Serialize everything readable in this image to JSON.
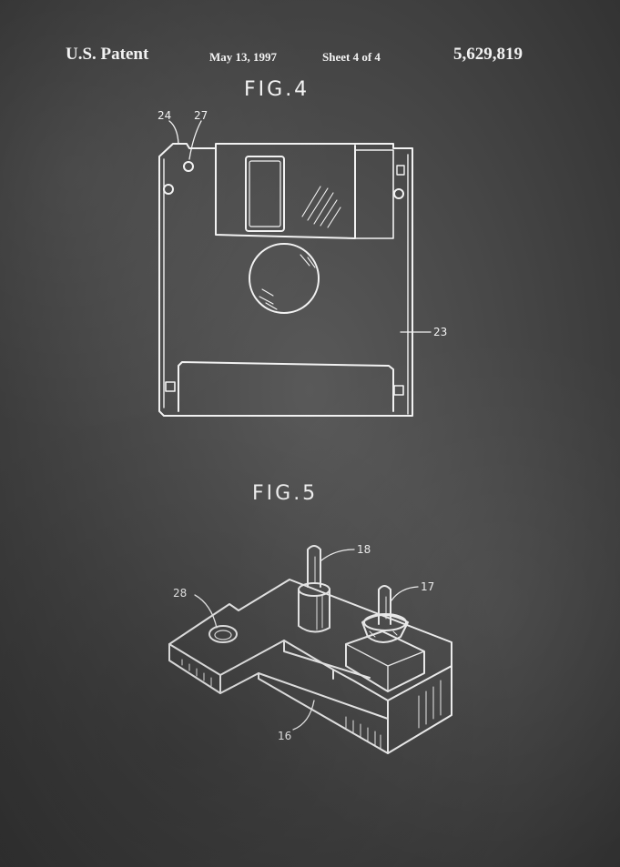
{
  "header": {
    "left": "U.S. Patent",
    "date": "May 13, 1997",
    "sheet": "Sheet 4 of 4",
    "patent_number": "5,629,819"
  },
  "figures": {
    "fig4": {
      "title": "FIG.4",
      "labels": {
        "notch": "24",
        "hole": "27",
        "body": "23"
      }
    },
    "fig5": {
      "title": "FIG.5",
      "labels": {
        "pin_a": "18",
        "pin_b": "17",
        "bore": "28",
        "block": "16"
      }
    }
  },
  "colors": {
    "background": "#474747",
    "ink": "#f2f2f2"
  }
}
